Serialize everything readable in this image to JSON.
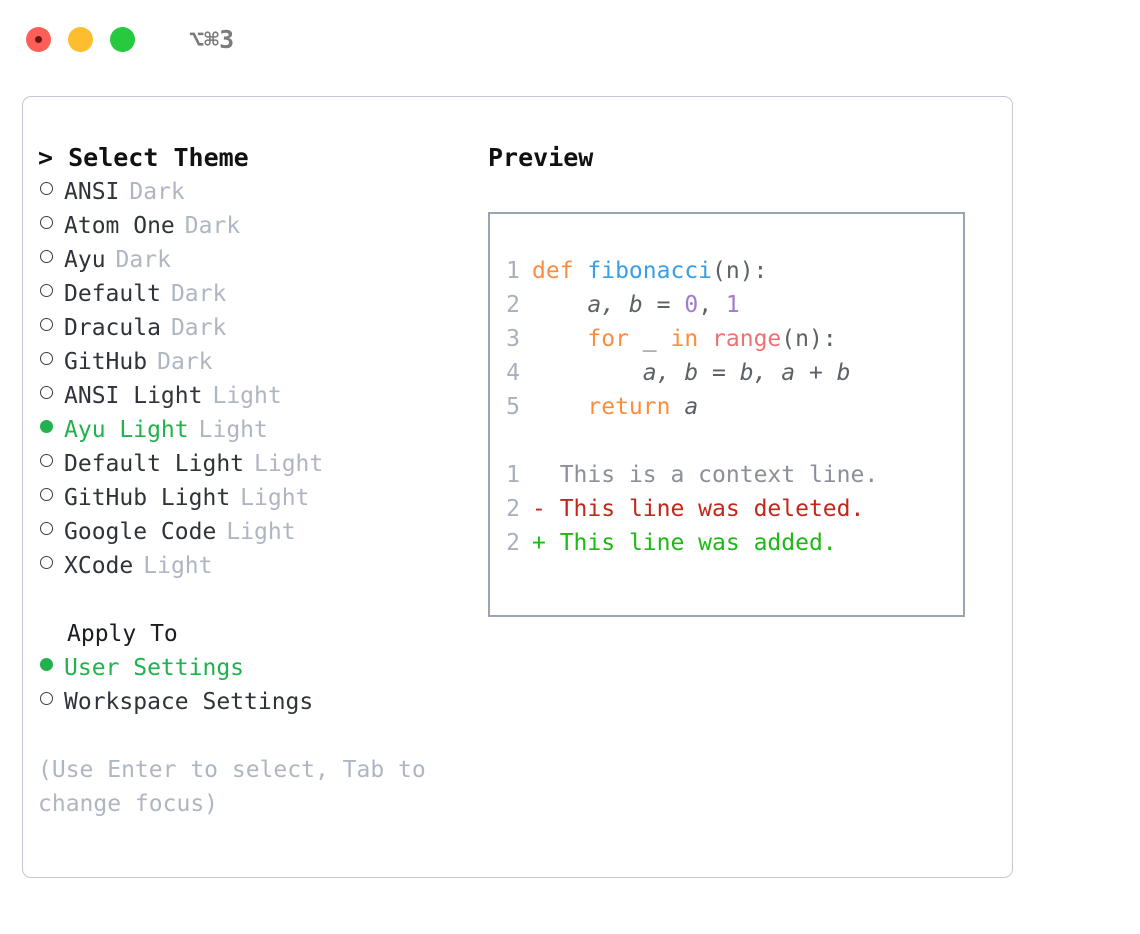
{
  "window": {
    "shortcut": "⌥⌘3",
    "traffic_lights": [
      "close-red",
      "minimize-yellow",
      "maximize-green"
    ]
  },
  "theme_section": {
    "header": "> Select Theme",
    "options": [
      {
        "label": "ANSI",
        "badge": "Dark",
        "selected": false
      },
      {
        "label": "Atom One",
        "badge": "Dark",
        "selected": false
      },
      {
        "label": "Ayu",
        "badge": "Dark",
        "selected": false
      },
      {
        "label": "Default",
        "badge": "Dark",
        "selected": false
      },
      {
        "label": "Dracula",
        "badge": "Dark",
        "selected": false
      },
      {
        "label": "GitHub",
        "badge": "Dark",
        "selected": false
      },
      {
        "label": "ANSI Light",
        "badge": "Light",
        "selected": false
      },
      {
        "label": "Ayu Light",
        "badge": "Light",
        "selected": true
      },
      {
        "label": "Default Light",
        "badge": "Light",
        "selected": false
      },
      {
        "label": "GitHub Light",
        "badge": "Light",
        "selected": false
      },
      {
        "label": "Google Code",
        "badge": "Light",
        "selected": false
      },
      {
        "label": "XCode",
        "badge": "Light",
        "selected": false
      }
    ]
  },
  "apply_to_section": {
    "header": "Apply To",
    "options": [
      {
        "label": "User Settings",
        "selected": true
      },
      {
        "label": "Workspace Settings",
        "selected": false
      }
    ]
  },
  "hint": "(Use Enter to select, Tab to change focus)",
  "preview": {
    "title": "Preview",
    "code_lines": [
      {
        "num": "1",
        "tokens": [
          {
            "t": "def ",
            "c": "kw"
          },
          {
            "t": "fibonacci",
            "c": "fn"
          },
          {
            "t": "(n):",
            "c": "punc"
          }
        ]
      },
      {
        "num": "2",
        "tokens": [
          {
            "t": "    a, b = ",
            "c": "var"
          },
          {
            "t": "0",
            "c": "num"
          },
          {
            "t": ", ",
            "c": "punc"
          },
          {
            "t": "1",
            "c": "num"
          }
        ]
      },
      {
        "num": "3",
        "tokens": [
          {
            "t": "    for ",
            "c": "kw"
          },
          {
            "t": "_ ",
            "c": "var"
          },
          {
            "t": "in ",
            "c": "kw"
          },
          {
            "t": "range",
            "c": "call"
          },
          {
            "t": "(n):",
            "c": "punc"
          }
        ]
      },
      {
        "num": "4",
        "tokens": [
          {
            "t": "        a, b = b, a + b",
            "c": "var"
          }
        ]
      },
      {
        "num": "5",
        "tokens": [
          {
            "t": "    return ",
            "c": "kw"
          },
          {
            "t": "a",
            "c": "var"
          }
        ]
      }
    ],
    "diff_lines": [
      {
        "num": "1",
        "sign": "  ",
        "text": "This is a context line.",
        "kind": "diff-ctx"
      },
      {
        "num": "2",
        "sign": "- ",
        "text": "This line was deleted.",
        "kind": "diff-del"
      },
      {
        "num": "2",
        "sign": "+ ",
        "text": "This line was added.",
        "kind": "diff-add"
      }
    ]
  },
  "colors": {
    "accent_green": "#22B14C",
    "keyword_orange": "#FA8D3E",
    "function_blue": "#399EE6",
    "call_red": "#F07171",
    "number_purple": "#A37ACC",
    "muted_gray": "#aeb6c2",
    "diff_deleted": "#C0281C",
    "diff_added": "#1DB915"
  }
}
